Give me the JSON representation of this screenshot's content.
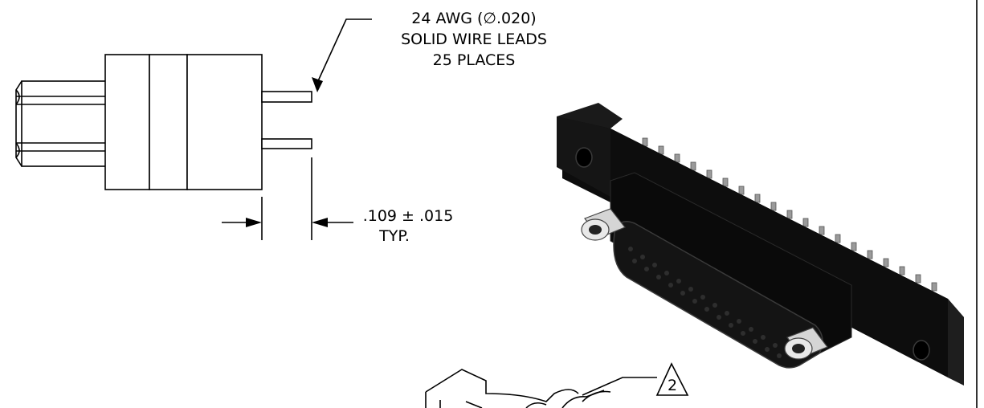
{
  "lead_note": {
    "line1": "24 AWG (∅.020)",
    "line2": "SOLID WIRE LEADS",
    "line3": "25 PLACES"
  },
  "dimension": {
    "value": ".109 ± .015",
    "qualifier": "TYP."
  },
  "callout": {
    "label": "2"
  },
  "colors": {
    "line": "#000000",
    "connector_body": "#111111",
    "connector_edge": "#2a2a2a",
    "pin": "#9a9a9a"
  }
}
